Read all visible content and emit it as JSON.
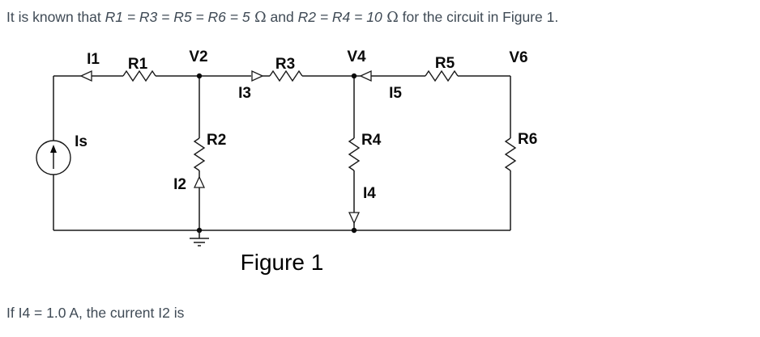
{
  "colors": {
    "body_text": "#3f4a55",
    "circuit_line": "#1a1a1a",
    "caption_text": "#000000"
  },
  "intro": {
    "prefix": "It is known that ",
    "eq1": "R1 = R3 = R5 = R6 = 5",
    "omega": " Ω",
    "mid": " and ",
    "eq2": "R2 = R4 = 10",
    "suffix": " for the circuit in Figure 1."
  },
  "question": "If I4 = 1.0 A, the current I2 is",
  "figure": {
    "caption": "Figure 1",
    "labels": {
      "i1": "I1",
      "r1": "R1",
      "v2": "V2",
      "i3": "I3",
      "r3": "R3",
      "v4": "V4",
      "i5": "I5",
      "r5": "R5",
      "v6": "V6",
      "is": "Is",
      "r2": "R2",
      "i2": "I2",
      "r4": "R4",
      "i4": "I4",
      "r6": "R6"
    }
  }
}
